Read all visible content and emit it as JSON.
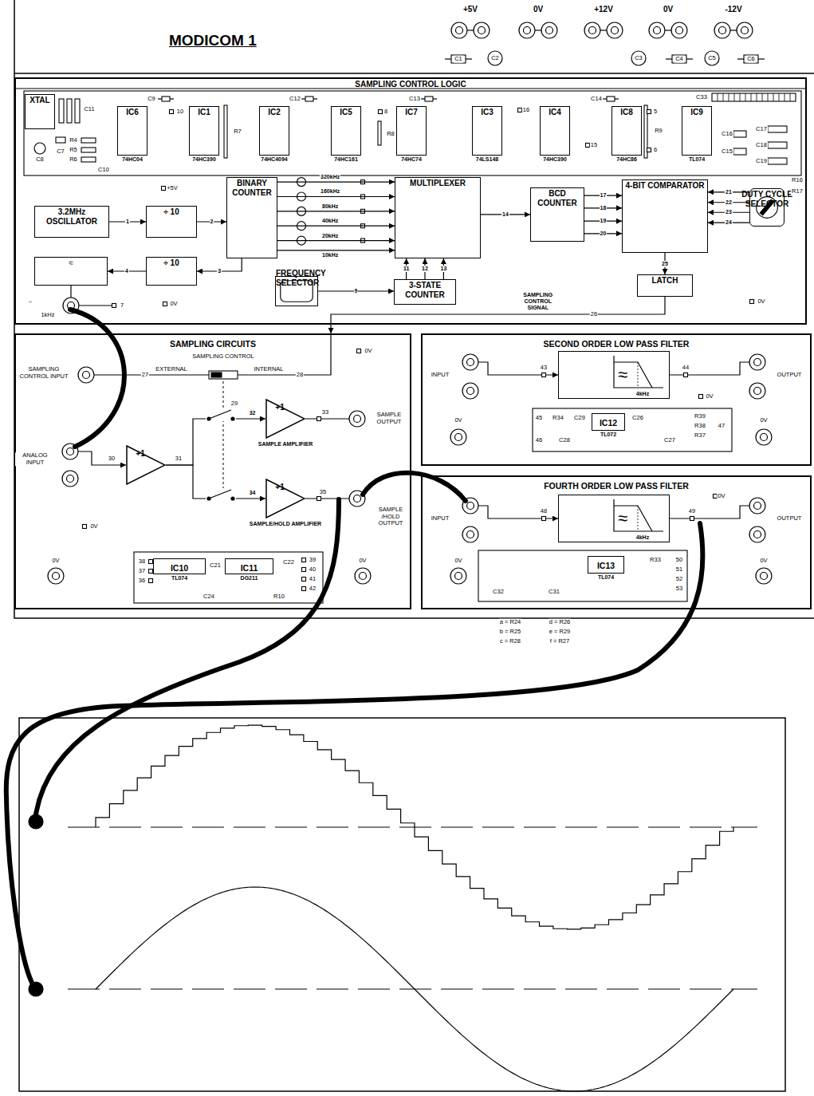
{
  "diagram": {
    "title": "MODICOM 1",
    "nodes": [
      {
        "text": [
          "SAMPLING CONTROL LOGIC"
        ]
      },
      {
        "text": [
          "XTAL"
        ],
        "in": 0
      },
      {
        "text": [
          "IC6",
          "74HC04"
        ],
        "in": 0
      },
      {
        "text": [
          "IC1",
          "74HC390"
        ],
        "in": 0
      },
      {
        "text": [
          "IC2",
          "74HC4094"
        ],
        "in": 0
      },
      {
        "text": [
          "IC5",
          "74HC161"
        ],
        "in": 0
      },
      {
        "text": [
          "IC7",
          "74HC74"
        ],
        "in": 0
      },
      {
        "text": [
          "IC3",
          "74LS148"
        ],
        "in": 0
      },
      {
        "text": [
          "IC4",
          "74HC390"
        ],
        "in": 0
      },
      {
        "text": [
          "IC8",
          "74HC86"
        ],
        "in": 0
      },
      {
        "text": [
          "IC9",
          "TL074"
        ],
        "in": 0
      },
      {
        "text": [
          "3.2MHz OSCILLATOR"
        ],
        "in": 0
      },
      {
        "text": [
          "÷ 10"
        ],
        "in": 0
      },
      {
        "text": [
          "BINARY COUNTER"
        ],
        "in": 0
      },
      {
        "text": [
          "MULTIPLEXER"
        ],
        "in": 0
      },
      {
        "text": [
          "BCD COUNTER"
        ],
        "in": 0
      },
      {
        "text": [
          "4-BIT COMPARATOR"
        ],
        "in": 0
      },
      {
        "text": [
          "≈"
        ],
        "in": 0
      },
      {
        "text": [
          "÷ 10"
        ],
        "in": 0
      },
      {
        "text": [
          "FREQUENCY SELECTOR"
        ],
        "in": 0
      },
      {
        "text": [
          "3-STATE COUNTER"
        ],
        "in": 0
      },
      {
        "text": [
          "LATCH"
        ],
        "in": 0
      },
      {
        "text": [
          "DUTY CYCLE SELECTOR"
        ],
        "in": 0
      },
      {
        "text": [
          "SAMPLING CIRCUITS"
        ]
      },
      {
        "text": [
          "+1"
        ],
        "in": 23
      },
      {
        "text": [
          "+1",
          "SAMPLE AMPLIFIER"
        ],
        "in": 23
      },
      {
        "text": [
          "+1",
          "SAMPLE/HOLD AMPLIFIER"
        ],
        "in": 23
      },
      {
        "text": [
          "IC10",
          "TL074"
        ],
        "in": 23
      },
      {
        "text": [
          "IC11",
          "DG211"
        ],
        "in": 23
      },
      {
        "text": [
          "SECOND ORDER LOW PASS FILTER"
        ]
      },
      {
        "text": [
          "≈",
          "4kHz"
        ],
        "in": 29
      },
      {
        "text": [
          "IC12",
          "TL072"
        ],
        "in": 29
      },
      {
        "text": [
          "FOURTH ORDER LOW PASS FILTER"
        ]
      },
      {
        "text": [
          "≈",
          "4kHz"
        ],
        "in": 32
      },
      {
        "text": [
          "IC13",
          "TL074"
        ],
        "in": 32
      }
    ],
    "edges": [
      {
        "from": 11,
        "to": 12,
        "arrow": "to",
        "label": "1"
      },
      {
        "from": 12,
        "to": 13,
        "arrow": "to",
        "label": "2"
      },
      {
        "from": 13,
        "to": 14,
        "arrow": "to",
        "label": "320kHz"
      },
      {
        "from": 13,
        "to": 14,
        "arrow": "to",
        "label": "160kHz"
      },
      {
        "from": 13,
        "to": 14,
        "arrow": "to",
        "label": "80kHz"
      },
      {
        "from": 13,
        "to": 14,
        "arrow": "to",
        "label": "40kHz"
      },
      {
        "from": 13,
        "to": 14,
        "arrow": "to",
        "label": "20kHz"
      },
      {
        "from": 13,
        "to": 14,
        "arrow": "to",
        "label": "10kHz"
      },
      {
        "from": 13,
        "to": 18,
        "arrow": "to",
        "label": "3"
      },
      {
        "from": 18,
        "to": 17,
        "arrow": "to",
        "label": "4"
      },
      {
        "from": 14,
        "to": 15,
        "arrow": "to",
        "label": "14"
      },
      {
        "from": 15,
        "to": 16,
        "arrow": "to",
        "label": "17"
      },
      {
        "from": 15,
        "to": 16,
        "arrow": "to",
        "label": "18"
      },
      {
        "from": 15,
        "to": 16,
        "arrow": "to",
        "label": "19"
      },
      {
        "from": 15,
        "to": 16,
        "arrow": "to",
        "label": "20"
      },
      {
        "from": 22,
        "to": 16,
        "arrow": "to",
        "label": "21"
      },
      {
        "from": 22,
        "to": 16,
        "arrow": "to",
        "label": "22"
      },
      {
        "from": 22,
        "to": 16,
        "arrow": "to",
        "label": "23"
      },
      {
        "from": 22,
        "to": 16,
        "arrow": "to",
        "label": "24"
      },
      {
        "from": 16,
        "to": 21,
        "arrow": "to",
        "label": "25"
      },
      {
        "from": 20,
        "to": 14,
        "arrow": "to",
        "label": "11"
      },
      {
        "from": 20,
        "to": 14,
        "arrow": "to",
        "label": "12"
      },
      {
        "from": 20,
        "to": 14,
        "arrow": "to",
        "label": "13"
      },
      {
        "from": 19,
        "to": 20,
        "arrow": "to",
        "label": "9"
      },
      {
        "from": 21,
        "to": 23,
        "arrow": "to",
        "label": "SAMPLING CONTROL SIGNAL"
      },
      {
        "from": 24,
        "to": 25,
        "arrow": "to",
        "label": "32"
      },
      {
        "from": 24,
        "to": 26,
        "arrow": "to",
        "label": "34"
      }
    ],
    "labels": [
      "+5V",
      "0V",
      "+12V",
      "0V",
      "-12V",
      "C1",
      "C2",
      "C3",
      "C4",
      "C5",
      "C6",
      "C11",
      "C8",
      "C7",
      "R4",
      "R5",
      "R6",
      "C10",
      "C9",
      "10",
      "R7",
      "C12",
      "8",
      "R8",
      "C13",
      "16",
      "C14",
      "15",
      "5",
      "R9",
      "6",
      "C33",
      "C16",
      "C15",
      "C17",
      "C18",
      "C19",
      "R16",
      "R17",
      "+5V",
      "~",
      "1kHz",
      "7",
      "0V",
      "0V",
      "26",
      "0V",
      "SAMPLING CONTROL INPUT",
      "27",
      "EXTERNAL",
      "SAMPLING CONTROL",
      "INTERNAL",
      "28",
      "29",
      "ANALOG INPUT",
      "30",
      "31",
      "33",
      "SAMPLE OUTPUT",
      "35",
      "SAMPLE /HOLD OUTPUT",
      "0V",
      "0V",
      "0V",
      "38",
      "37",
      "36",
      "C21",
      "C22",
      "39",
      "40",
      "41",
      "42",
      "C24",
      "R10",
      "INPUT",
      "43",
      "44",
      "OUTPUT",
      "0V",
      "0V",
      "0V",
      "45",
      "R34",
      "C29",
      "C26",
      "46",
      "C28",
      "C27",
      "R39",
      "R38",
      "R37",
      "47",
      "0V",
      "INPUT",
      "48",
      "49",
      "OUTPUT",
      "0V",
      "0V",
      "C32",
      "C31",
      "R33",
      "50",
      "51",
      "52",
      "53",
      "a = R24",
      "b = R25",
      "c = R28",
      "d = R26",
      "e = R29",
      "f = R27"
    ]
  }
}
